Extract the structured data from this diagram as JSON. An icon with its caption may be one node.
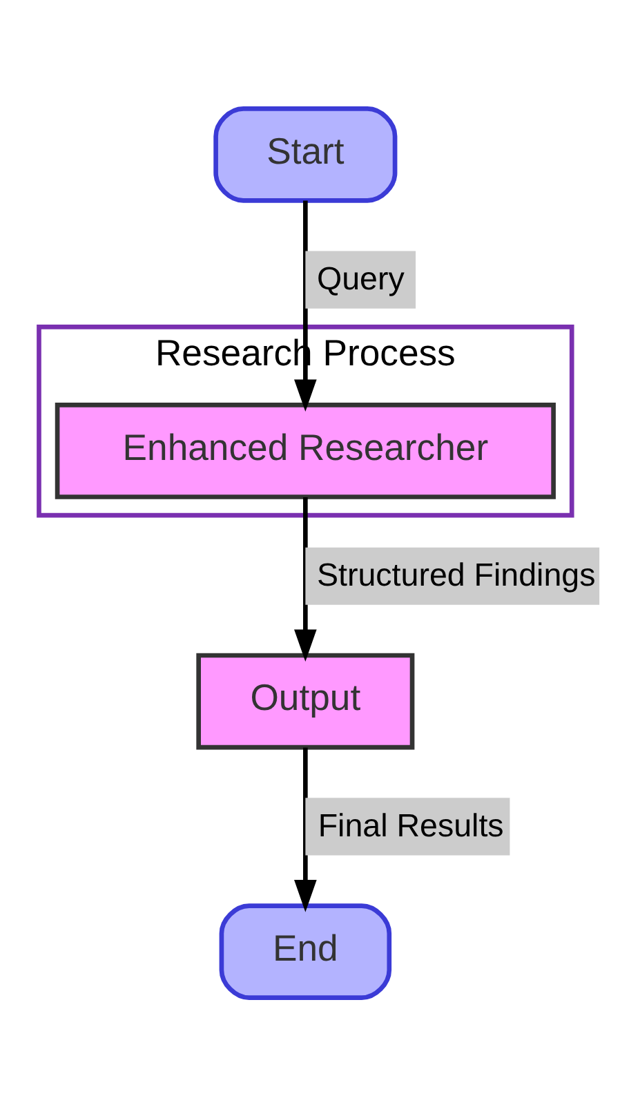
{
  "diagram": {
    "nodes": [
      {
        "text": [
          "Start"
        ]
      },
      {
        "text": [
          "Research Process"
        ]
      },
      {
        "text": [
          "Enhanced Researcher"
        ],
        "in": 1
      },
      {
        "text": [
          "Output"
        ]
      },
      {
        "text": [
          "End"
        ]
      }
    ],
    "edges": [
      {
        "from": 0,
        "to": 2,
        "arrow": "to",
        "label": "Query"
      },
      {
        "from": 2,
        "to": 3,
        "arrow": "to",
        "label": "Structured Findings"
      },
      {
        "from": 3,
        "to": 4,
        "arrow": "to",
        "label": "Final Results"
      }
    ]
  }
}
